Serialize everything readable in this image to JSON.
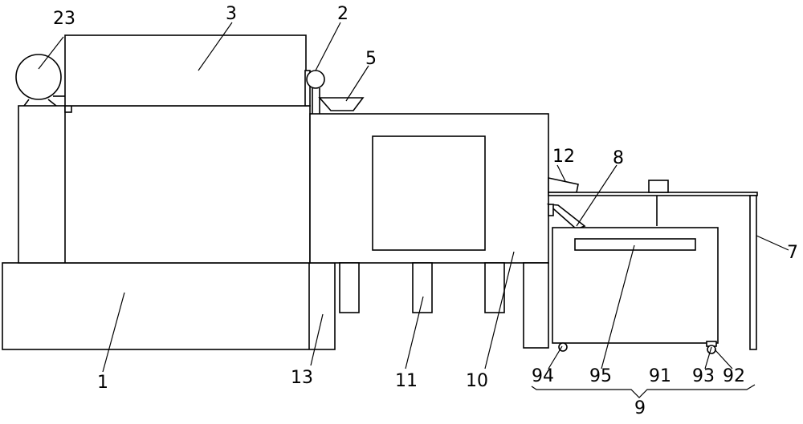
{
  "labels": {
    "l23": "23",
    "l3": "3",
    "l2": "2",
    "l5": "5",
    "l12": "12",
    "l8": "8",
    "l7": "7",
    "l1": "1",
    "l13": "13",
    "l11": "11",
    "l10": "10",
    "l94": "94",
    "l95": "95",
    "l91": "91",
    "l93": "93",
    "l92": "92",
    "l9": "9"
  },
  "colors": {
    "line": "#000000",
    "background": "#ffffff"
  }
}
